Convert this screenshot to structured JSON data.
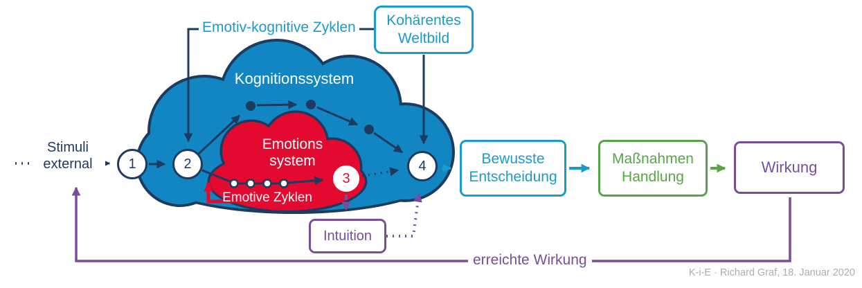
{
  "diagram": {
    "stimuli_label": "Stimuli\nexternal",
    "top_cycle_label": "Emotiv-kognitive Zyklen",
    "weltbild_label": "Kohärentes\nWeltbild",
    "kognition_label": "Kognitionssystem",
    "emotion_label": "Emotions\nsystem",
    "emotive_cycle_label": "Emotive Zyklen",
    "intuition_label": "Intuition",
    "decision_label": "Bewusste\nEntscheidung",
    "action_label": "Maßnahmen\nHandlung",
    "effect_label": "Wirkung",
    "feedback_label": "erreichte Wirkung",
    "watermark": "K-i-E · Richard Graf, 18. Januar 2020",
    "stages": [
      "1",
      "2",
      "3",
      "4"
    ],
    "colors": {
      "navy": "#1d3a5f",
      "cloud_blue": "#1186c2",
      "teal": "#199bcd",
      "red": "#e3092f",
      "green": "#56a546",
      "purple": "#7a4d9c"
    }
  }
}
